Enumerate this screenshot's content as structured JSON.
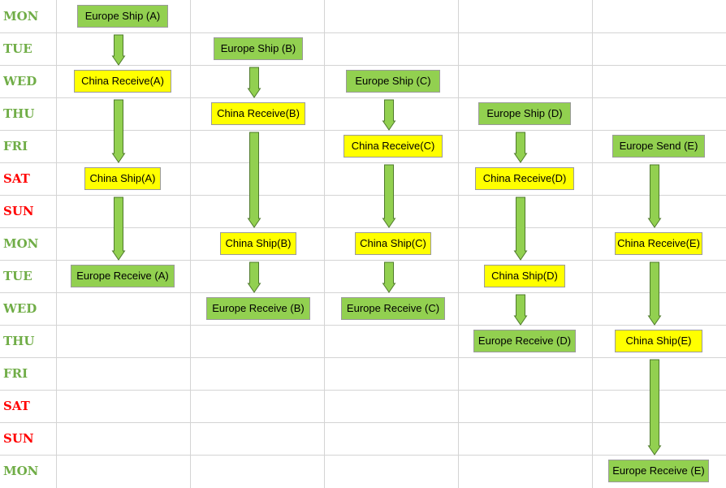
{
  "days": [
    {
      "label": "MON",
      "weekend": false
    },
    {
      "label": "TUE",
      "weekend": false
    },
    {
      "label": "WED",
      "weekend": false
    },
    {
      "label": "THU",
      "weekend": false
    },
    {
      "label": "FRI",
      "weekend": false
    },
    {
      "label": "SAT",
      "weekend": true
    },
    {
      "label": "SUN",
      "weekend": true
    },
    {
      "label": "MON",
      "weekend": false
    },
    {
      "label": "TUE",
      "weekend": false
    },
    {
      "label": "WED",
      "weekend": false
    },
    {
      "label": "THU",
      "weekend": false
    },
    {
      "label": "FRI",
      "weekend": false
    },
    {
      "label": "SAT",
      "weekend": true
    },
    {
      "label": "SUN",
      "weekend": true
    },
    {
      "label": "MON",
      "weekend": false
    }
  ],
  "colors": {
    "europe_box": "#92d050",
    "china_box": "#ffff00",
    "weekday_text": "#70ad47",
    "weekend_text": "#ff0000",
    "arrow_fill": "#92d050",
    "arrow_stroke": "#4f7a2c",
    "grid": "#d4d4d4"
  },
  "lanes": [
    {
      "steps": [
        {
          "label": "Europe Ship (A)",
          "day_index": 0,
          "kind": "europe"
        },
        {
          "label": "China Receive(A)",
          "day_index": 2,
          "kind": "china"
        },
        {
          "label": "China Ship(A)",
          "day_index": 5,
          "kind": "china"
        },
        {
          "label": "Europe Receive (A)",
          "day_index": 8,
          "kind": "europe"
        }
      ]
    },
    {
      "steps": [
        {
          "label": "Europe Ship (B)",
          "day_index": 1,
          "kind": "europe"
        },
        {
          "label": "China Receive(B)",
          "day_index": 3,
          "kind": "china"
        },
        {
          "label": "China Ship(B)",
          "day_index": 7,
          "kind": "china"
        },
        {
          "label": "Europe Receive (B)",
          "day_index": 9,
          "kind": "europe"
        }
      ]
    },
    {
      "steps": [
        {
          "label": "Europe Ship (C)",
          "day_index": 2,
          "kind": "europe"
        },
        {
          "label": "China Receive(C)",
          "day_index": 4,
          "kind": "china"
        },
        {
          "label": "China Ship(C)",
          "day_index": 7,
          "kind": "china"
        },
        {
          "label": "Europe Receive (C)",
          "day_index": 9,
          "kind": "europe"
        }
      ]
    },
    {
      "steps": [
        {
          "label": "Europe Ship (D)",
          "day_index": 3,
          "kind": "europe"
        },
        {
          "label": "China Receive(D)",
          "day_index": 5,
          "kind": "china"
        },
        {
          "label": "China Ship(D)",
          "day_index": 8,
          "kind": "china"
        },
        {
          "label": "Europe Receive (D)",
          "day_index": 10,
          "kind": "europe"
        }
      ]
    },
    {
      "steps": [
        {
          "label": "Europe Send (E)",
          "day_index": 4,
          "kind": "europe"
        },
        {
          "label": "China Receive(E)",
          "day_index": 7,
          "kind": "china"
        },
        {
          "label": "China Ship(E)",
          "day_index": 10,
          "kind": "china"
        },
        {
          "label": "Europe Receive (E)",
          "day_index": 14,
          "kind": "europe"
        }
      ]
    }
  ]
}
